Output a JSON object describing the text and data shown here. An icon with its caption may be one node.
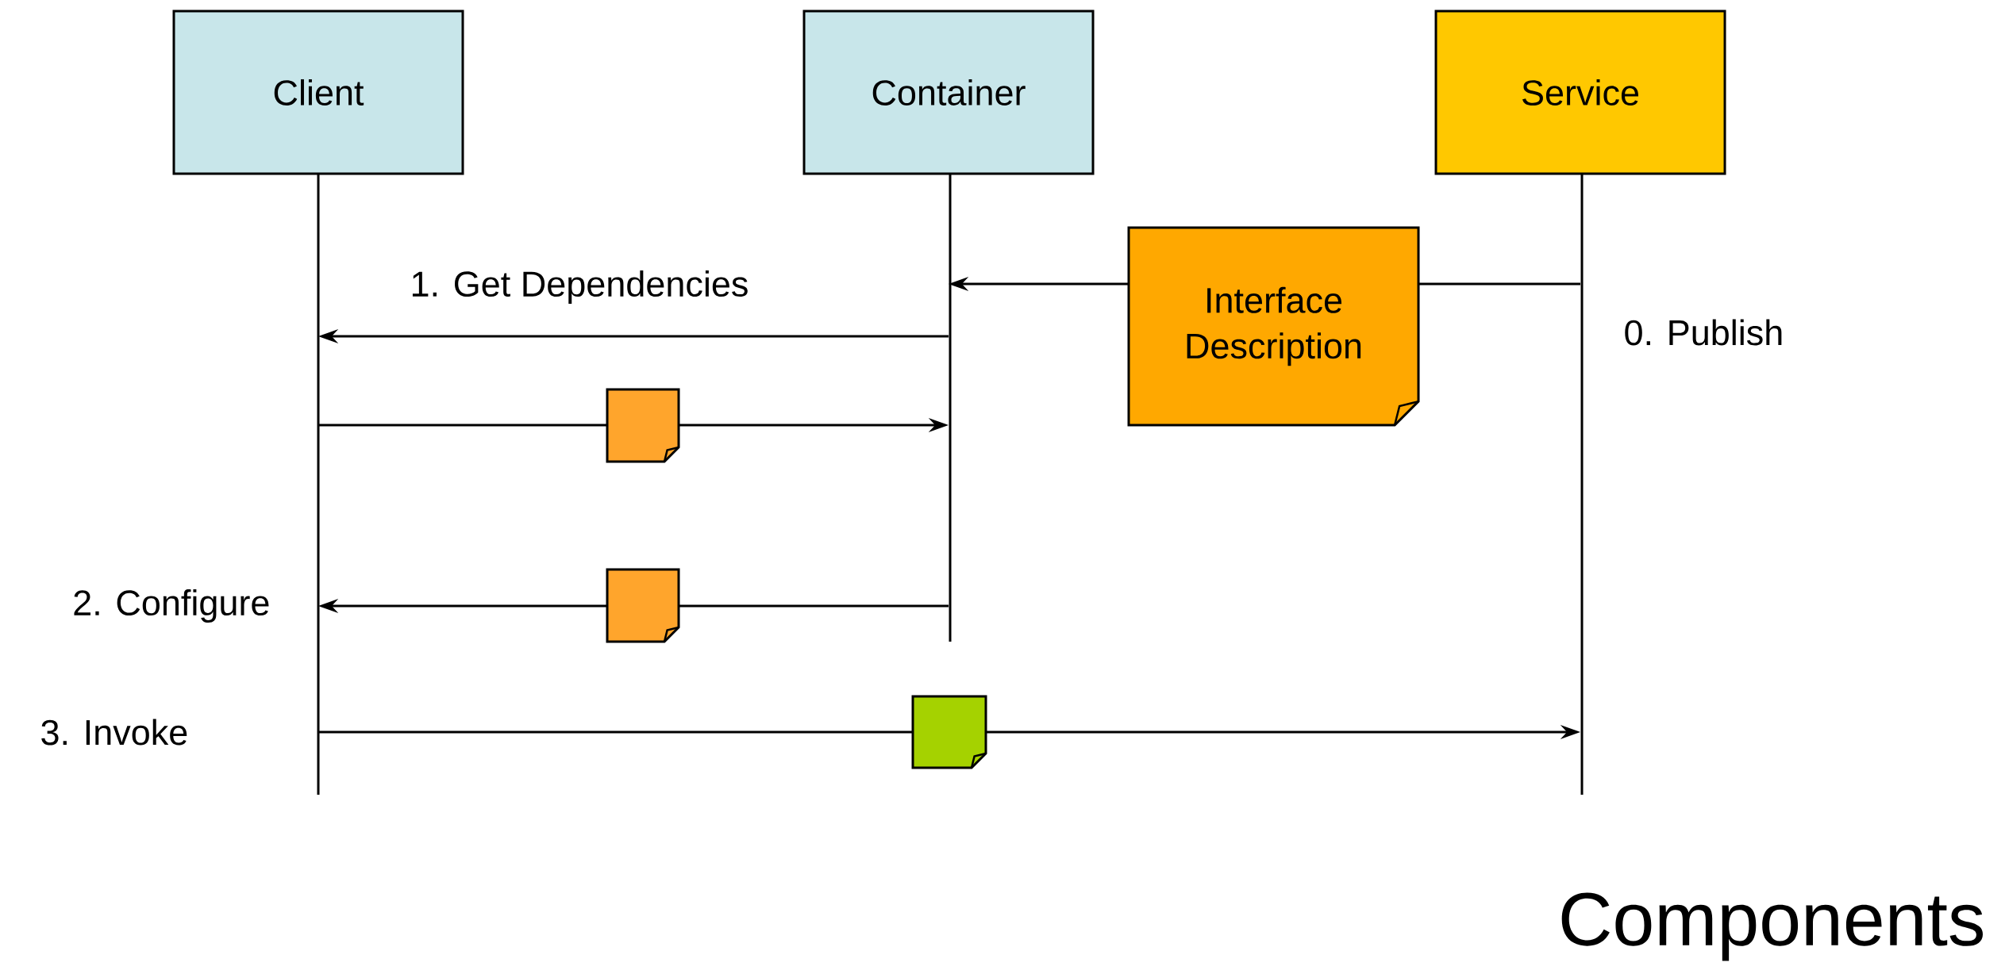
{
  "diagram": {
    "nodes": [
      {
        "text": [
          "Client"
        ]
      },
      {
        "text": [
          "Container"
        ]
      },
      {
        "text": [
          "Service"
        ]
      },
      {
        "text": [
          "Interface Description"
        ]
      },
      {
        "text": [],
        "shape": "note"
      },
      {
        "text": [],
        "shape": "note"
      },
      {
        "text": [],
        "shape": "note"
      }
    ],
    "edges": [
      {
        "from": 2,
        "to": 3,
        "arrow": "none",
        "label": "0. Publish"
      },
      {
        "from": 3,
        "to": 1,
        "arrow": "to"
      },
      {
        "from": 1,
        "to": 0,
        "arrow": "to",
        "label": "1. Get Dependencies"
      },
      {
        "from": 0,
        "to": 4,
        "arrow": "none"
      },
      {
        "from": 4,
        "to": 1,
        "arrow": "to"
      },
      {
        "from": 1,
        "to": 5,
        "arrow": "none"
      },
      {
        "from": 5,
        "to": 0,
        "arrow": "to",
        "label": "2. Configure"
      },
      {
        "from": 0,
        "to": 6,
        "arrow": "none",
        "label": "3. Invoke"
      },
      {
        "from": 6,
        "to": 2,
        "arrow": "to"
      }
    ],
    "labels": [
      "Components"
    ]
  }
}
